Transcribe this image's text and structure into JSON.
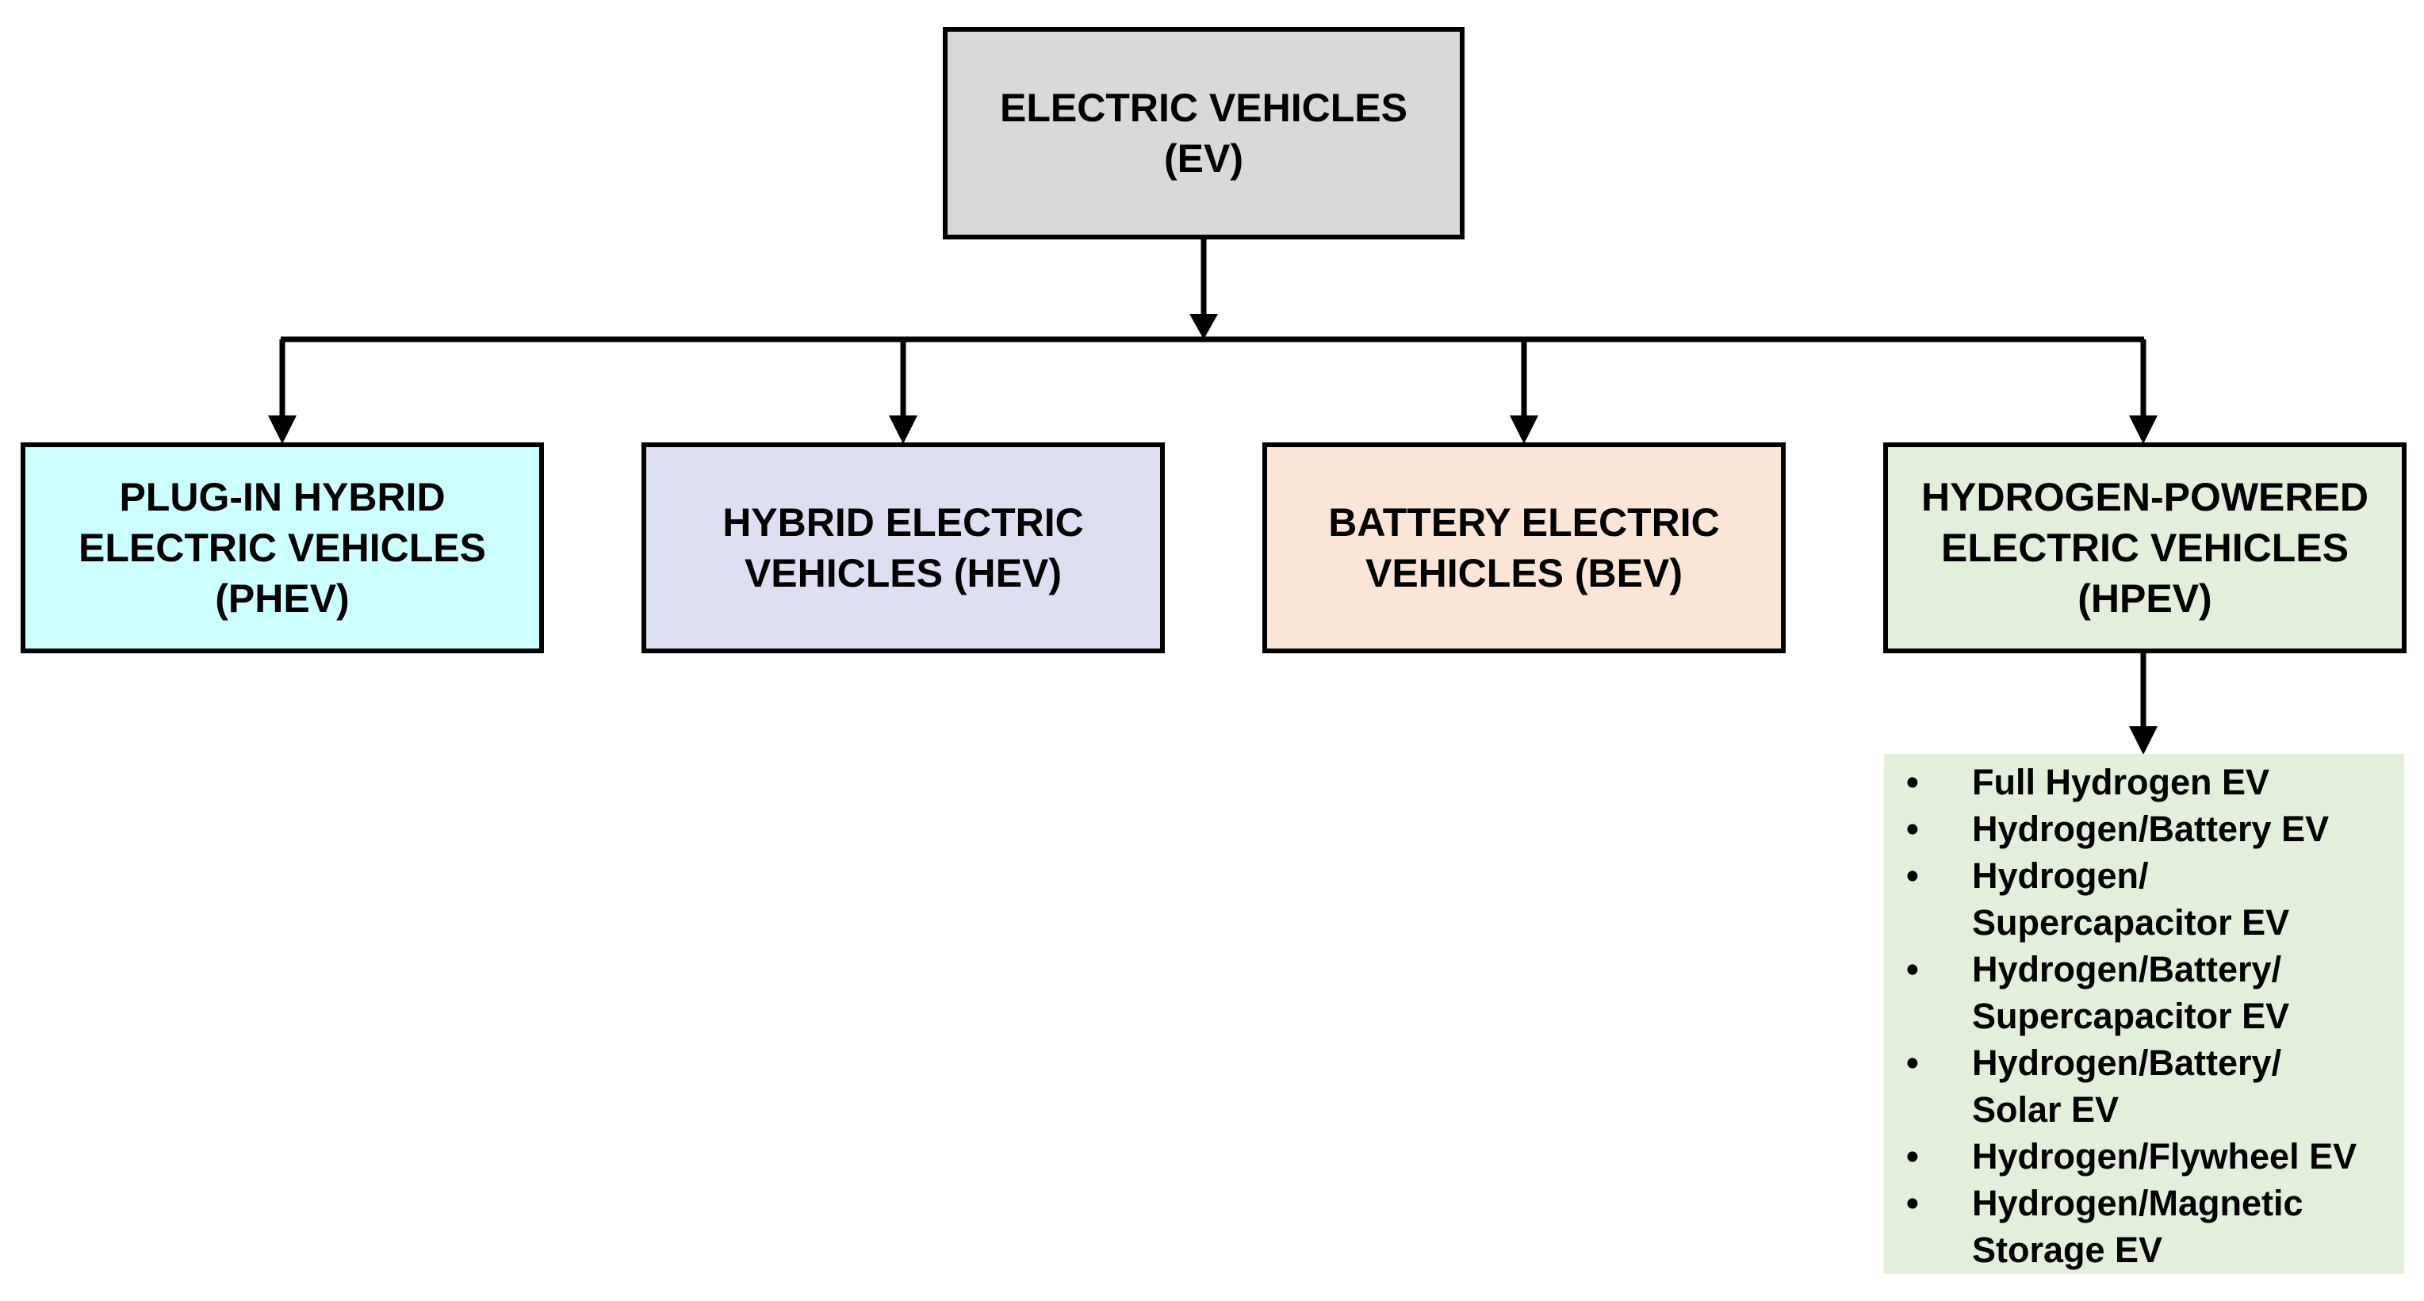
{
  "colors": {
    "root_fill": "#d9d9d9",
    "phev_fill": "#ccffff",
    "hev_fill": "#dce0f2",
    "bev_fill": "#fbe5d6",
    "hpev_fill": "#e2efda",
    "list_fill": "#e2efda",
    "stroke": "#000000"
  },
  "root": {
    "lines": [
      "ELECTRIC VEHICLES",
      "(EV)"
    ]
  },
  "categories": [
    {
      "id": "phev",
      "lines": [
        "PLUG-IN HYBRID",
        "ELECTRIC VEHICLES",
        "(PHEV)"
      ]
    },
    {
      "id": "hev",
      "lines": [
        "HYBRID ELECTRIC",
        "VEHICLES (HEV)"
      ]
    },
    {
      "id": "bev",
      "lines": [
        "BATTERY ELECTRIC",
        "VEHICLES (BEV)"
      ]
    },
    {
      "id": "hpev",
      "lines": [
        "HYDROGEN-POWERED",
        "ELECTRIC VEHICLES",
        "(HPEV)"
      ]
    }
  ],
  "hpev_subtypes": {
    "bullet": "•",
    "items": [
      {
        "lines": [
          "Full Hydrogen EV"
        ]
      },
      {
        "lines": [
          "Hydrogen/Battery EV"
        ]
      },
      {
        "lines": [
          "Hydrogen/",
          "Supercapacitor EV"
        ]
      },
      {
        "lines": [
          "Hydrogen/Battery/",
          "Supercapacitor EV"
        ]
      },
      {
        "lines": [
          "Hydrogen/Battery/",
          "Solar EV"
        ]
      },
      {
        "lines": [
          "Hydrogen/Flywheel EV"
        ]
      },
      {
        "lines": [
          "Hydrogen/Magnetic",
          "Storage EV"
        ]
      }
    ]
  }
}
